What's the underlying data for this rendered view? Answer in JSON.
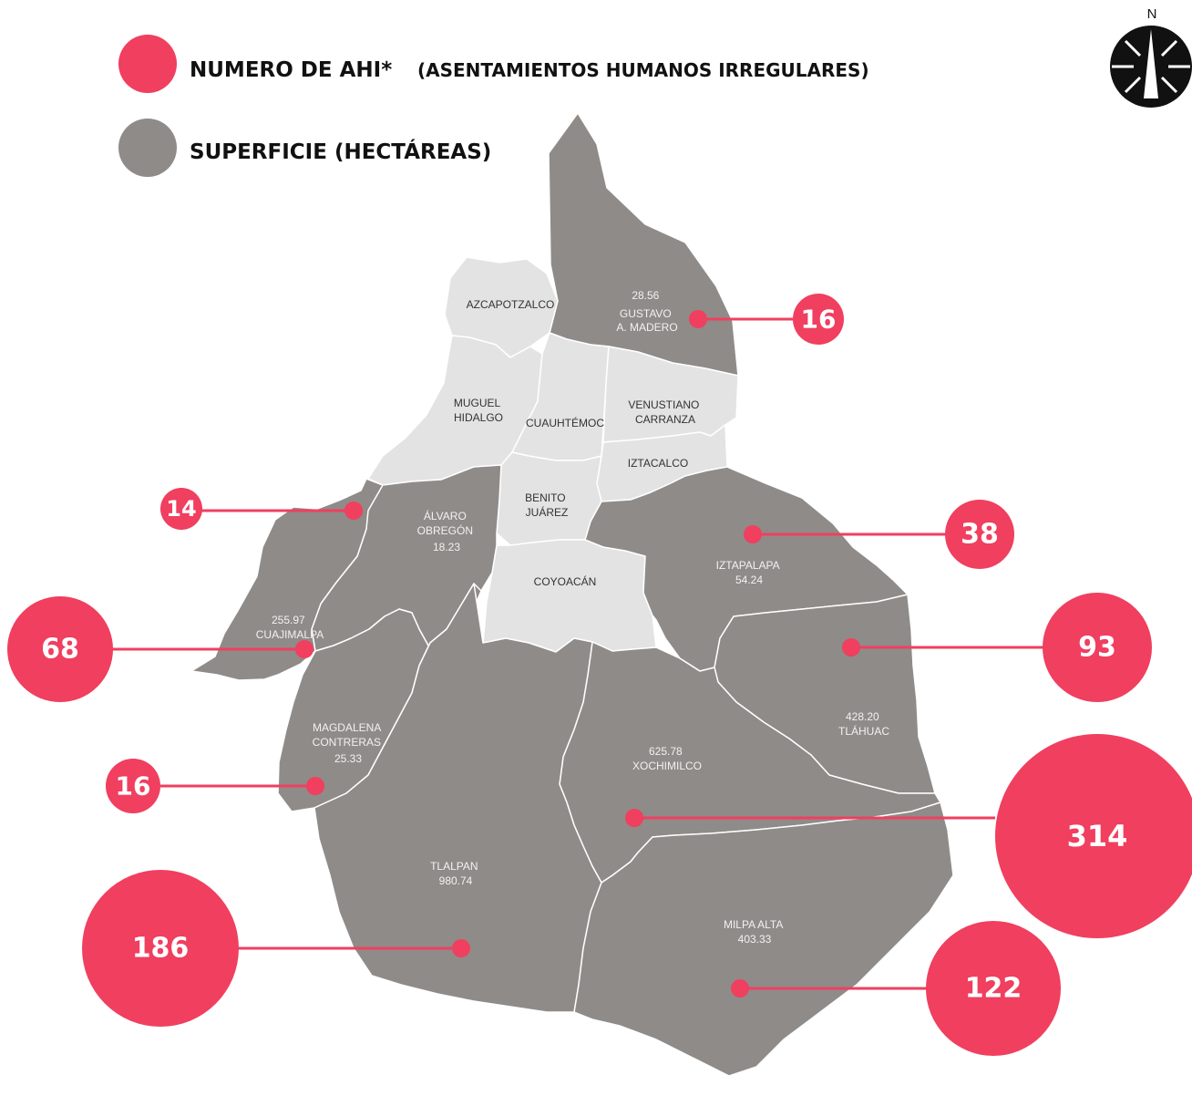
{
  "legend": {
    "ahi_label": "NUMERO DE AHI*",
    "ahi_sub": "(ASENTAMIENTOS HUMANOS IRREGULARES)",
    "area_label": "SUPERFICIE (HECTÁREAS)"
  },
  "north_label": "N",
  "colors": {
    "ahi": "#f03f5f",
    "area": "#8f8b88",
    "no_data": "#e3e3e3",
    "border": "#ffffff"
  },
  "regions": [
    {
      "id": "gustavo-a-madero",
      "name_lines": [
        "GUSTAVO",
        "A. MADERO"
      ],
      "area": "28.56",
      "ahi": "16",
      "has_data": true
    },
    {
      "id": "azcapotzalco",
      "name_lines": [
        "AZCAPOTZALCO"
      ],
      "has_data": false
    },
    {
      "id": "miguel-hidalgo",
      "name_lines": [
        "MUGUEL",
        "HIDALGO"
      ],
      "has_data": false
    },
    {
      "id": "cuauhtemoc",
      "name_lines": [
        "CUAUHTÉMOC"
      ],
      "has_data": false
    },
    {
      "id": "venustiano-carranza",
      "name_lines": [
        "VENUSTIANO",
        "CARRANZA"
      ],
      "has_data": false
    },
    {
      "id": "iztacalco",
      "name_lines": [
        "IZTACALCO"
      ],
      "has_data": false
    },
    {
      "id": "benito-juarez",
      "name_lines": [
        "BENITO",
        "JUÁREZ"
      ],
      "has_data": false
    },
    {
      "id": "coyoacan",
      "name_lines": [
        "COYOACÁN"
      ],
      "has_data": false
    },
    {
      "id": "alvaro-obregon",
      "name_lines": [
        "ÁLVARO",
        "OBREGÓN"
      ],
      "area": "18.23",
      "ahi": "14",
      "has_data": true
    },
    {
      "id": "iztapalapa",
      "name_lines": [
        "IZTAPALAPA"
      ],
      "area": "54.24",
      "ahi": "38",
      "has_data": true
    },
    {
      "id": "cuajimalpa",
      "name_lines": [
        "CUAJIMALPA"
      ],
      "area": "255.97",
      "ahi": "68",
      "has_data": true
    },
    {
      "id": "tlahuac",
      "name_lines": [
        "TLÁHUAC"
      ],
      "area": "428.20",
      "ahi": "93",
      "has_data": true
    },
    {
      "id": "magdalena-contreras",
      "name_lines": [
        "MAGDALENA",
        "CONTRERAS"
      ],
      "area": "25.33",
      "ahi": "16",
      "has_data": true
    },
    {
      "id": "xochimilco",
      "name_lines": [
        "XOCHIMILCO"
      ],
      "area": "625.78",
      "ahi": "314",
      "has_data": true
    },
    {
      "id": "tlalpan",
      "name_lines": [
        "TLALPAN"
      ],
      "area": "980.74",
      "ahi": "186",
      "has_data": true
    },
    {
      "id": "milpa-alta",
      "name_lines": [
        "MILPA ALTA"
      ],
      "area": "403.33",
      "ahi": "122",
      "has_data": true
    }
  ]
}
